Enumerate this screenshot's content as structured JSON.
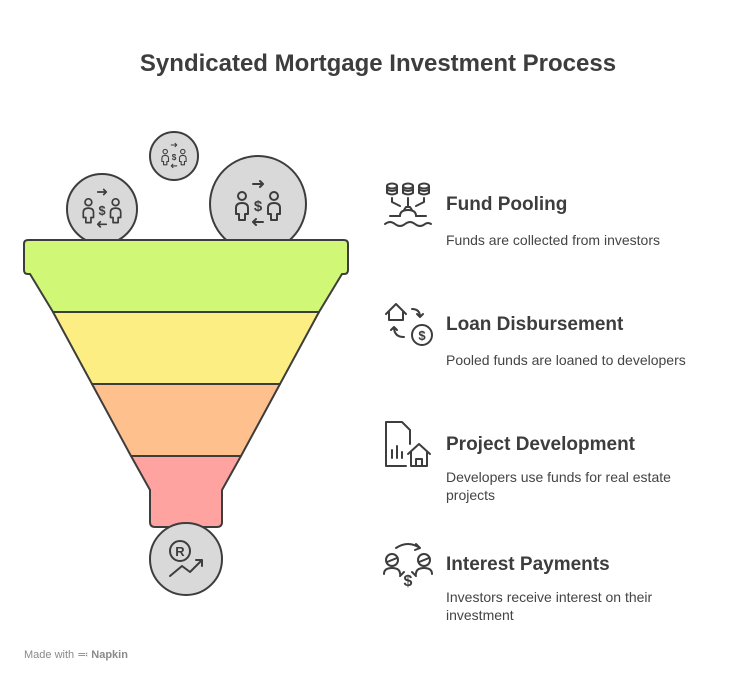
{
  "title": "Syndicated Mortgage Investment Process",
  "colors": {
    "layer1": "#d1f776",
    "layer2": "#fdee84",
    "layer3": "#fec18d",
    "layer4": "#fea3a0",
    "bubble": "#d9d9d9",
    "stroke": "#3d3d3d"
  },
  "steps": [
    {
      "title": "Fund Pooling",
      "desc": "Funds are collected from investors",
      "icon": "fund-pooling-icon"
    },
    {
      "title": "Loan Disbursement",
      "desc": "Pooled funds are loaned to developers",
      "icon": "loan-disbursement-icon"
    },
    {
      "title": "Project Development",
      "desc": "Developers use funds for real estate projects",
      "icon": "project-development-icon"
    },
    {
      "title": "Interest Payments",
      "desc": "Investors receive interest on their investment",
      "icon": "interest-payments-icon"
    }
  ],
  "footer": {
    "prefix": "Made with",
    "brand": "Napkin"
  }
}
